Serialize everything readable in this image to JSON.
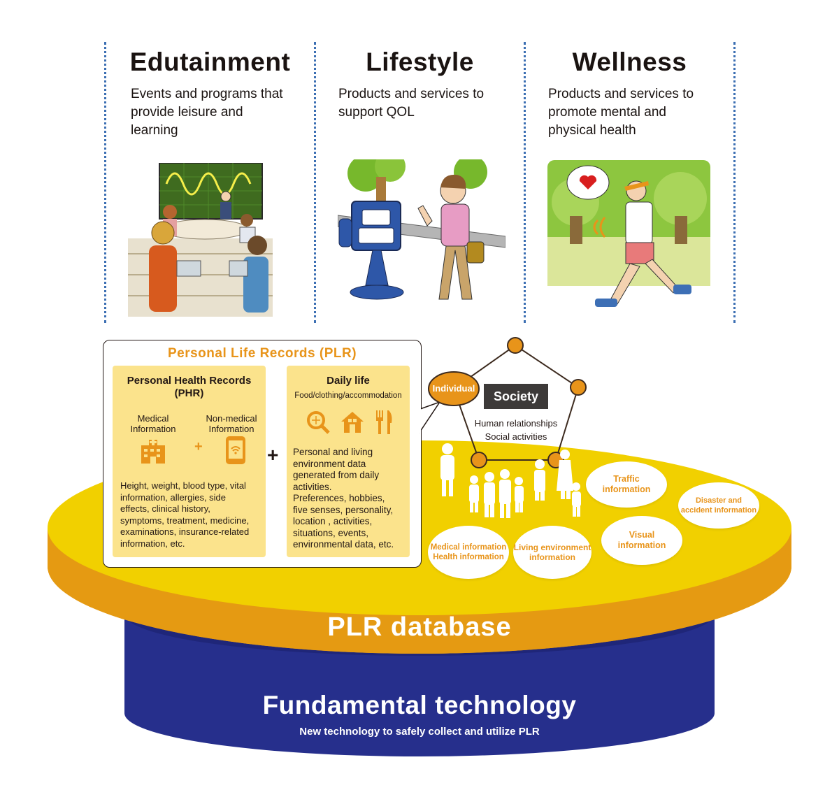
{
  "columns": [
    {
      "title": "Edutainment",
      "description": [
        "Events and programs that",
        "provide leisure and",
        "learning"
      ]
    },
    {
      "title": "Lifestyle",
      "description": [
        "Products and services to",
        "support QOL"
      ]
    },
    {
      "title": "Wellness",
      "description": [
        "Products and services to",
        "promote mental and",
        "physical health"
      ]
    }
  ],
  "plr": {
    "title": "Personal Life Records (PLR)",
    "phr": {
      "title_line1": "Personal Health Records",
      "title_line2": "(PHR)",
      "medical_line1": "Medical",
      "medical_line2": "Information",
      "nonmedical_line1": "Non-medical",
      "nonmedical_line2": "Information",
      "plus": "+",
      "body": [
        "Height, weight, blood type, vital",
        "information, allergies, side",
        "effects, clinical history,",
        "symptoms, treatment, medicine,",
        "examinations, insurance-related",
        "information, etc."
      ]
    },
    "join_plus": "+",
    "daily": {
      "title": "Daily life",
      "subtitle": "Food/clothing/accommodation",
      "body": [
        "Personal and living",
        "environment data",
        "generated from daily",
        "activities.",
        "Preferences, hobbies,",
        "five senses, personality,",
        "location , activities,",
        "situations, events,",
        "environmental data, etc."
      ]
    }
  },
  "network": {
    "individual": "Individual",
    "society": "Society",
    "line1": "Human relationships",
    "line2": "Social activities"
  },
  "bubbles": {
    "traffic": [
      "Traffic",
      "information"
    ],
    "disaster": [
      "Disaster and",
      "accident information"
    ],
    "medical": [
      "Medical information",
      "Health information"
    ],
    "living": [
      "Living environment",
      "information"
    ],
    "visual": [
      "Visual",
      "information"
    ]
  },
  "database_label": "PLR database",
  "fundamental": {
    "title": "Fundamental technology",
    "subtitle": "New technology to safely collect and utilize PLR"
  },
  "colors": {
    "accent_orange": "#e8941a",
    "disk_yellow": "#f1d000",
    "disk_orange": "#e59a12",
    "base_blue": "#262f8c",
    "panel_yellow": "#fbe38c",
    "divider_blue": "#3c6fb3"
  }
}
